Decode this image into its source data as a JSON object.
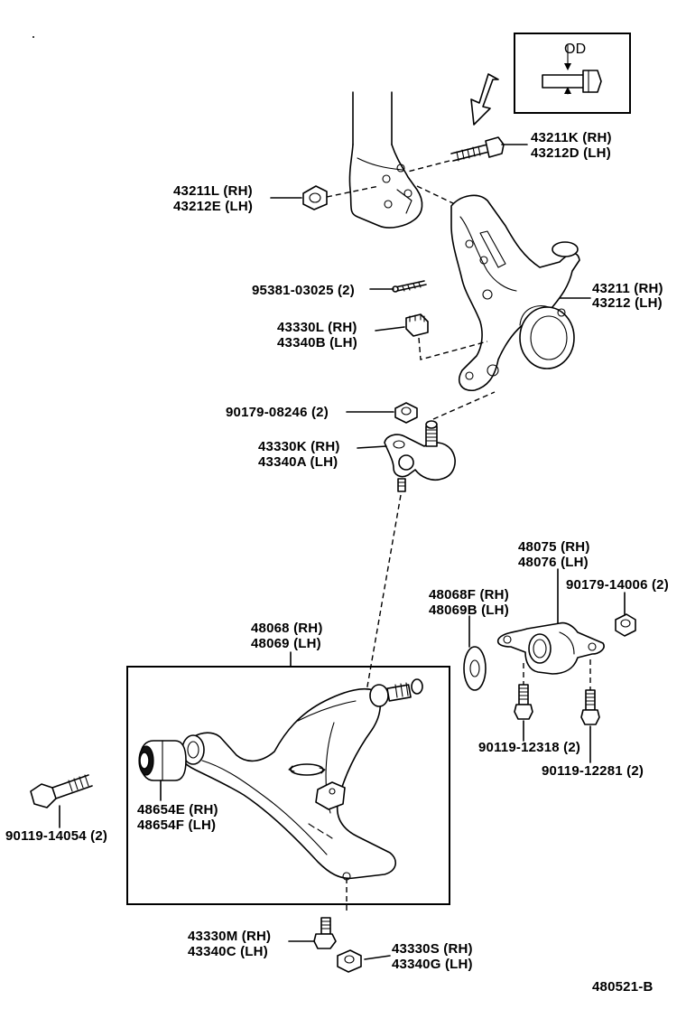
{
  "diagram": {
    "inset_label": "OD",
    "figure_number": "480521-B",
    "labels": {
      "bolt_upper": [
        "43211K (RH)",
        "43212D (LH)"
      ],
      "nut_upper": [
        "43211L (RH)",
        "43212E (LH)"
      ],
      "cotter_pin": [
        "95381-03025 (2)"
      ],
      "knuckle": [
        "43211 (RH)",
        "43212 (LH)"
      ],
      "castle_nut": [
        "43330L (RH)",
        "43340B (LH)"
      ],
      "nut_ball_joint": [
        "90179-08246 (2)"
      ],
      "ball_joint": [
        "43330K (RH)",
        "43340A (LH)"
      ],
      "bracket_rear": [
        "48075 (RH)",
        "48076 (LH)"
      ],
      "nut_bracket": [
        "90179-14006 (2)"
      ],
      "washer": [
        "48068F (RH)",
        "48069B (LH)"
      ],
      "lower_arm": [
        "48068 (RH)",
        "48069 (LH)"
      ],
      "bolt_bracket_a": [
        "90119-12318 (2)"
      ],
      "bolt_bracket_b": [
        "90119-12281 (2)"
      ],
      "bushing": [
        "48654E (RH)",
        "48654F (LH)"
      ],
      "bolt_front": [
        "90119-14054 (2)"
      ],
      "bolt_lower": [
        "43330M (RH)",
        "43340C (LH)"
      ],
      "nut_lower": [
        "43330S (RH)",
        "43340G (LH)"
      ]
    }
  }
}
